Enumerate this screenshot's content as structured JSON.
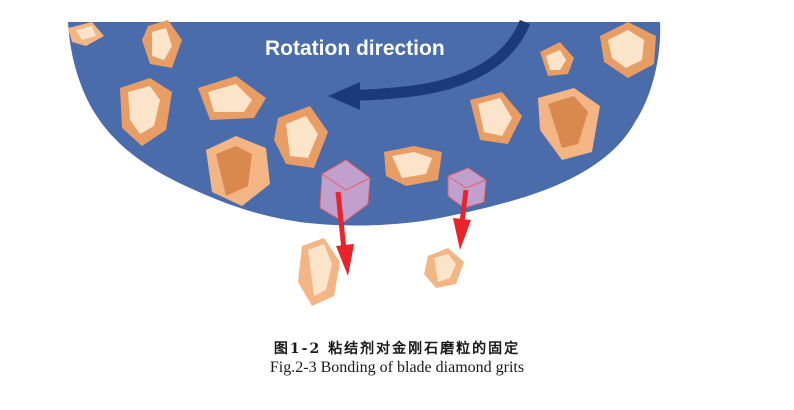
{
  "diagram": {
    "rotation_label": "Rotation direction",
    "colors": {
      "blade": "#4a6cab",
      "grit_light": "#fce4cb",
      "grit_mid": "#f3b584",
      "grit_dark": "#d9894d",
      "arrow_rotation": "#1c3a7a",
      "arrow_falling": "#e8232a",
      "dislodging_grit": "#d6a9d4"
    }
  },
  "caption": {
    "chinese": "图1-2 粘结剂对金刚石磨粒的固定",
    "english": "Fig.2-3 Bonding of blade diamond grits"
  }
}
